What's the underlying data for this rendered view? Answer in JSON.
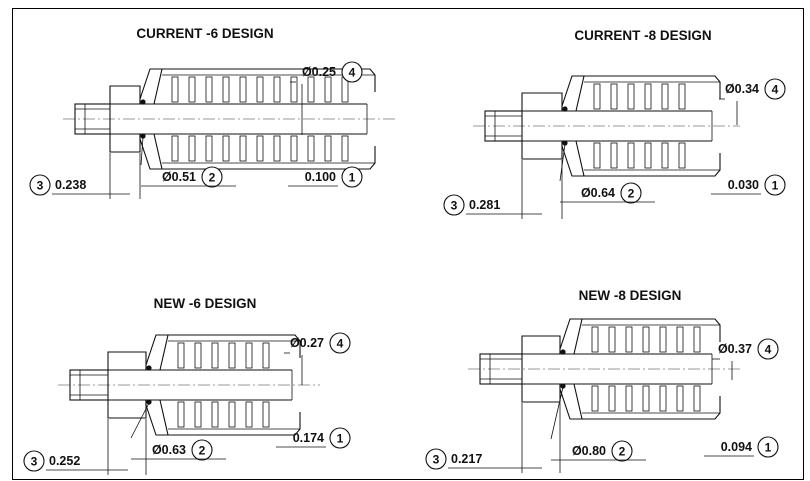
{
  "designs": [
    {
      "id": "current-6",
      "title": "CURRENT -6 DESIGN",
      "callouts": [
        {
          "value": "Ø0.25",
          "marker": "4"
        },
        {
          "value": "Ø0.51",
          "marker": "2"
        },
        {
          "value": "0.100",
          "marker": "1"
        },
        {
          "value": "0.238",
          "marker": "3"
        }
      ]
    },
    {
      "id": "current-8",
      "title": "CURRENT -8 DESIGN",
      "callouts": [
        {
          "value": "Ø0.34",
          "marker": "4"
        },
        {
          "value": "Ø0.64",
          "marker": "2"
        },
        {
          "value": "0.030",
          "marker": "1"
        },
        {
          "value": "0.281",
          "marker": "3"
        }
      ]
    },
    {
      "id": "new-6",
      "title": "NEW -6 DESIGN",
      "callouts": [
        {
          "value": "Ø0.27",
          "marker": "4"
        },
        {
          "value": "Ø0.63",
          "marker": "2"
        },
        {
          "value": "0.174",
          "marker": "1"
        },
        {
          "value": "0.252",
          "marker": "3"
        }
      ]
    },
    {
      "id": "new-8",
      "title": "NEW -8 DESIGN",
      "callouts": [
        {
          "value": "Ø0.37",
          "marker": "4"
        },
        {
          "value": "Ø0.80",
          "marker": "2"
        },
        {
          "value": "0.094",
          "marker": "1"
        },
        {
          "value": "0.217",
          "marker": "3"
        }
      ]
    }
  ]
}
